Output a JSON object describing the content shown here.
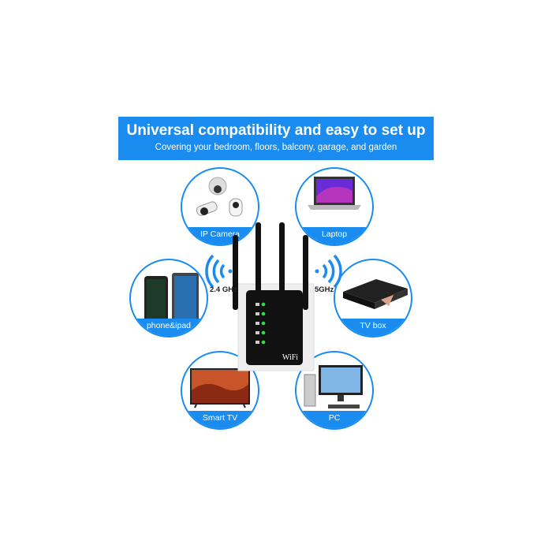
{
  "banner": {
    "title": "Universal compatibility and easy to set up",
    "subtitle": "Covering your bedroom, floors, balcony, garage, and garden"
  },
  "devices": [
    {
      "label": "IP Camera",
      "icon": "camera-icon"
    },
    {
      "label": "Laptop",
      "icon": "laptop-icon"
    },
    {
      "label": "phone&ipad",
      "icon": "phone-tablet-icon"
    },
    {
      "label": "TV box",
      "icon": "tv-box-icon"
    },
    {
      "label": "Smart TV",
      "icon": "tv-icon"
    },
    {
      "label": "PC",
      "icon": "pc-icon"
    }
  ],
  "router": {
    "band_left": "2.4 GHz",
    "band_right": "5GHz",
    "logo": "WiFi"
  },
  "colors": {
    "accent": "#1a8cf0",
    "router": "#111111",
    "led": "#33dd44"
  }
}
